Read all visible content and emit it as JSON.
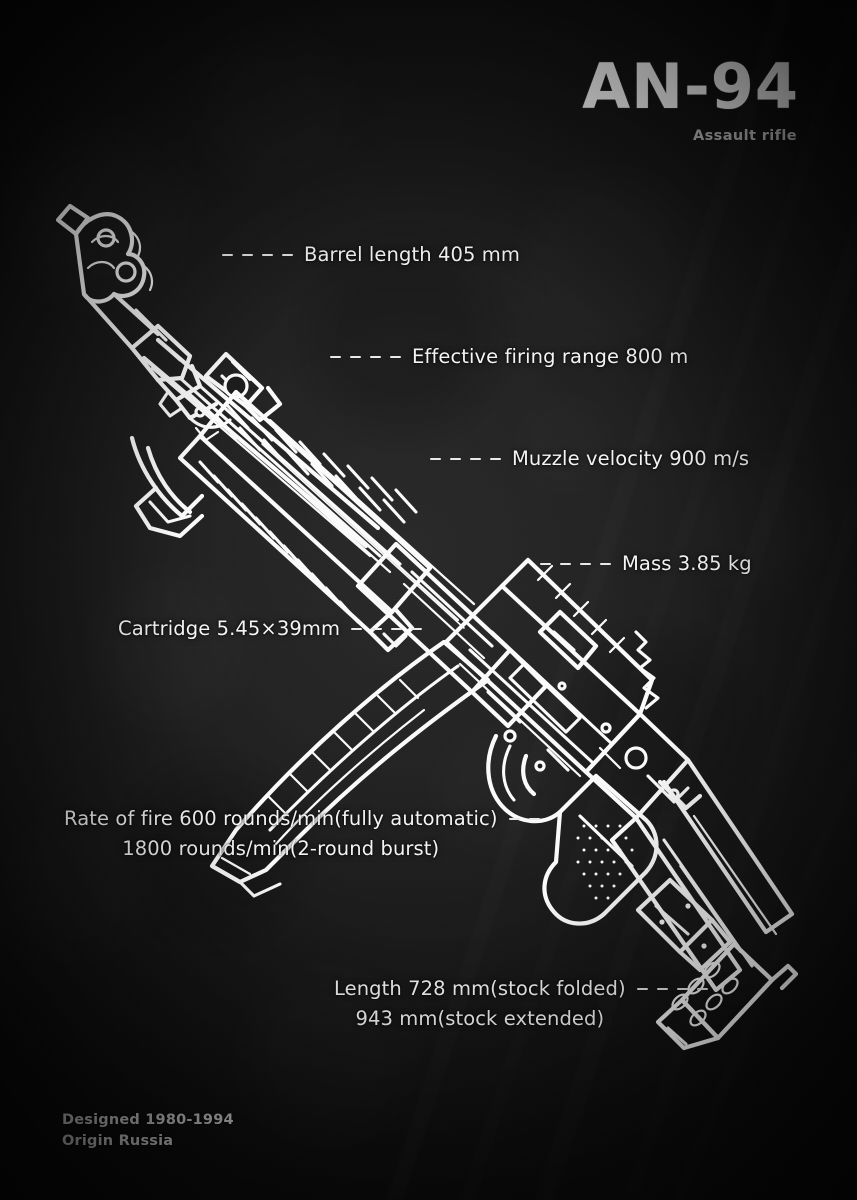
{
  "poster": {
    "title": "AN-94",
    "subtitle": "Assault rifle",
    "background_color": "#1a1a1a",
    "line_color": "#fafafa",
    "text_color": "#f4f4f4"
  },
  "annotations": [
    {
      "id": "barrel",
      "name": "barrel-length",
      "text": "Barrel length 405 mm",
      "dashes": 4,
      "lead_side": "left"
    },
    {
      "id": "range",
      "name": "effective-firing-range",
      "text": "Effective firing range 800 m",
      "dashes": 4,
      "lead_side": "left"
    },
    {
      "id": "velocity",
      "name": "muzzle-velocity",
      "text": "Muzzle velocity 900 m/s",
      "dashes": 4,
      "lead_side": "left"
    },
    {
      "id": "mass",
      "name": "mass",
      "text": "Mass 3.85 kg",
      "dashes": 4,
      "lead_side": "left"
    },
    {
      "id": "cartridge",
      "name": "cartridge",
      "text": "Cartridge 5.45×39mm",
      "dashes": 4,
      "lead_side": "right"
    },
    {
      "id": "rof",
      "name": "rate-of-fire",
      "line1": "Rate of fire 600 rounds/min(fully automatic)",
      "line2": "1800 rounds/min(2-round burst)",
      "dashes": 2,
      "lead_side": "right"
    },
    {
      "id": "length",
      "name": "overall-length",
      "line1": "Length 728 mm(stock folded)",
      "line2": "943 mm(stock extended)",
      "dashes": 4,
      "lead_side": "right"
    }
  ],
  "footer": {
    "designed": "Designed 1980-1994",
    "origin": "Origin Russia"
  },
  "diagram": {
    "subject": "AN-94 assault rifle line drawing",
    "orientation": "diagonal, muzzle upper-left to buttstock lower-right",
    "parts": [
      "muzzle-brake",
      "front-sight",
      "gas-block",
      "barrel",
      "vented-handguard",
      "carry-handle",
      "receiver",
      "charging-handle",
      "curved-magazine",
      "trigger-guard",
      "pistol-grip",
      "buttstock",
      "buttplate"
    ]
  }
}
